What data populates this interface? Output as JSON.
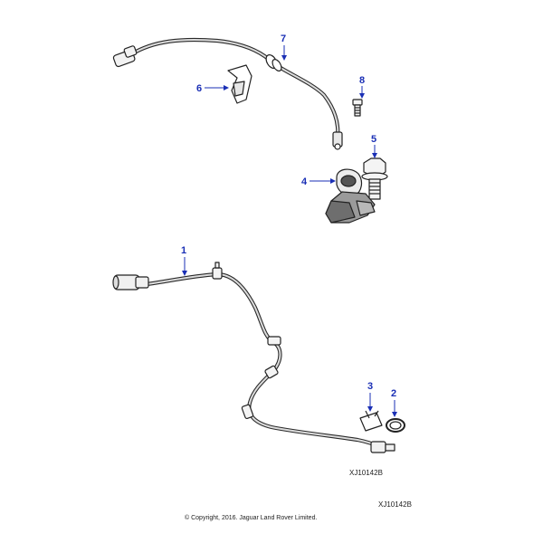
{
  "callouts": {
    "c1": "1",
    "c2": "2",
    "c3": "3",
    "c4": "4",
    "c5": "5",
    "c6": "6",
    "c7": "7",
    "c8": "8"
  },
  "drawing_ref_inner": "XJ10142B",
  "drawing_ref_outer": "XJ10142B",
  "copyright": "© Copyright, 2016. Jaguar Land Rover Limited.",
  "colors": {
    "callout": "#1a2fb5",
    "line_art": "#222222"
  }
}
